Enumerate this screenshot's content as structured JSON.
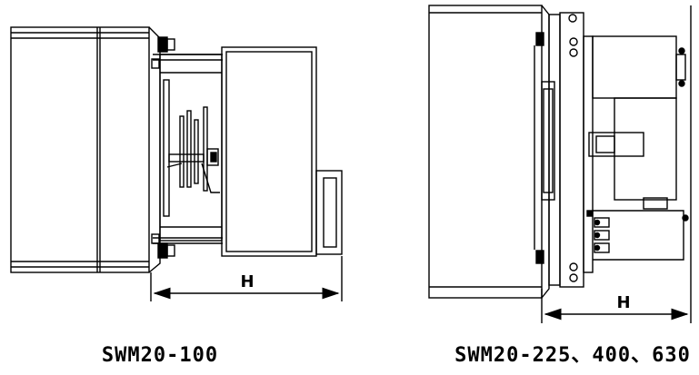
{
  "left_figure": {
    "dimension_label": "H",
    "caption": "SWM20-100"
  },
  "right_figure": {
    "dimension_label": "H",
    "caption": "SWM20-225、400、630"
  }
}
